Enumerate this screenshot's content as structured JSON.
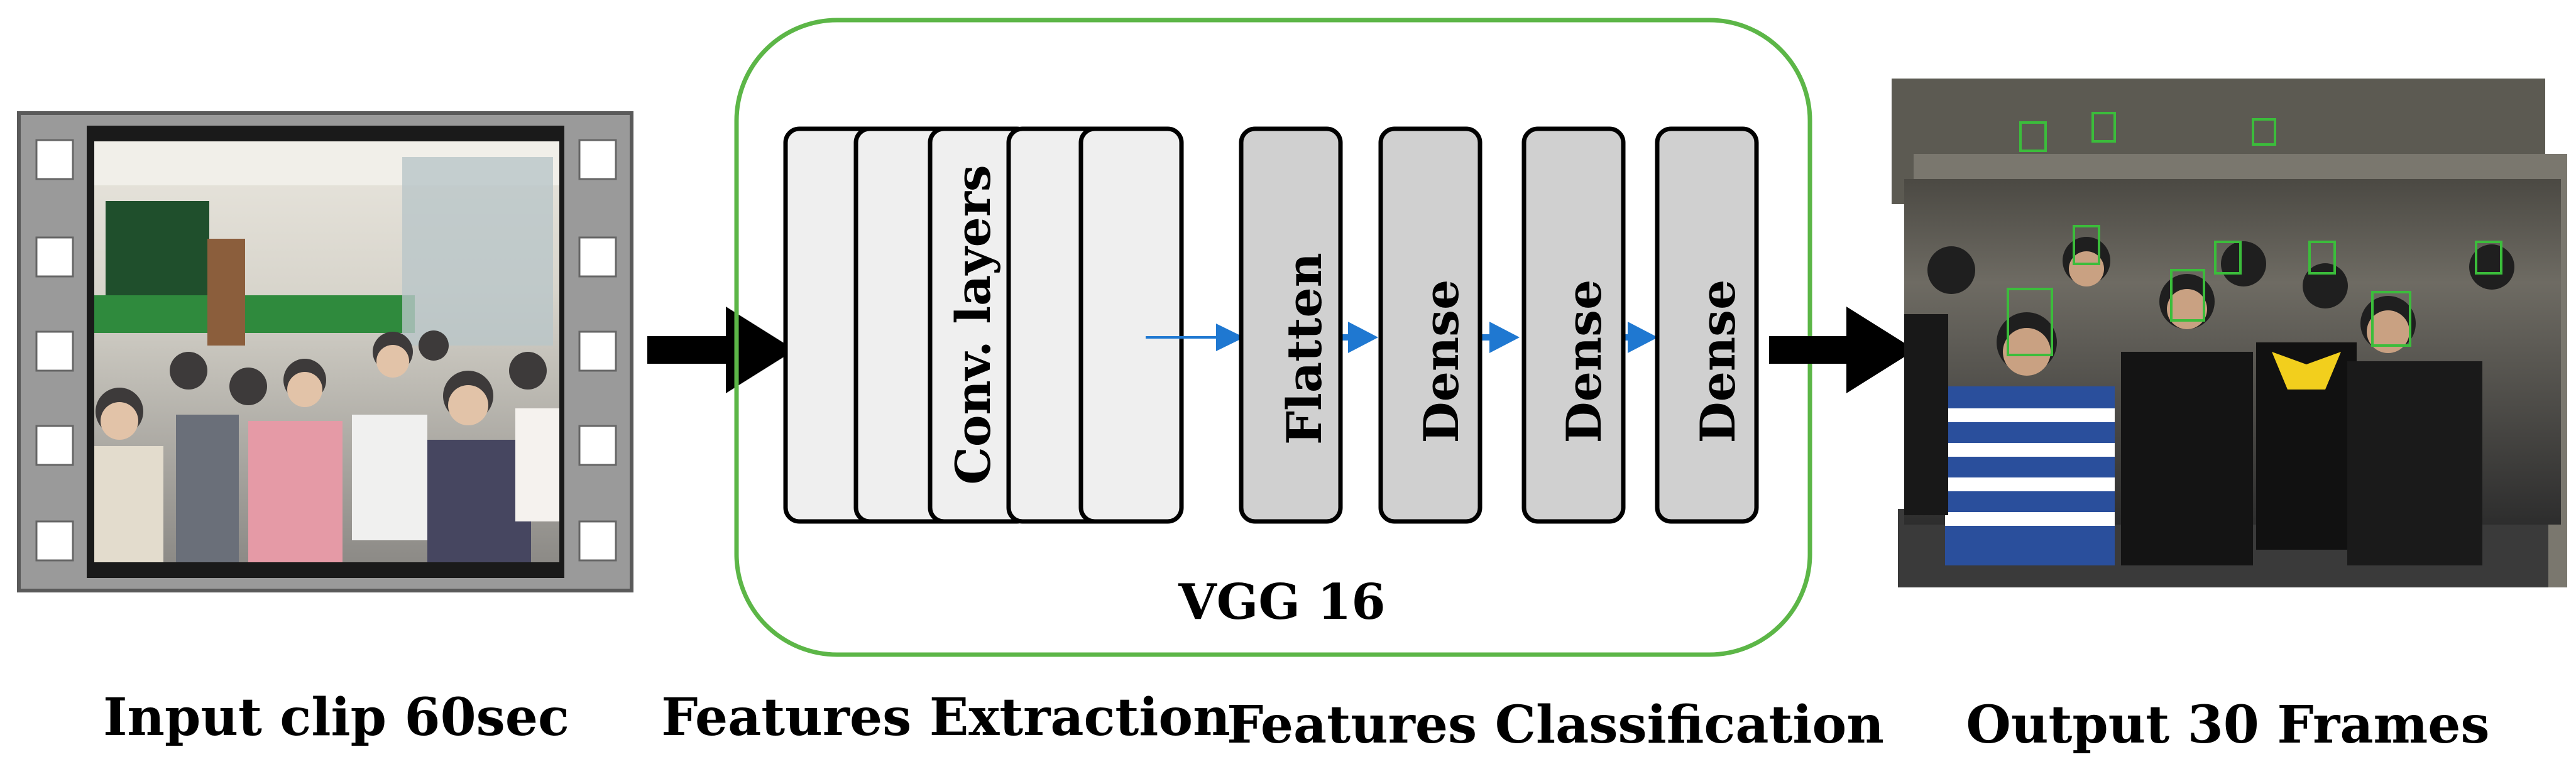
{
  "captions": {
    "input": "Input clip 60sec",
    "extraction": "Features Extraction",
    "classification": "Features Classification",
    "output": "Output 30 Frames"
  },
  "model": {
    "name": "VGG 16",
    "conv_label": "Conv. layers",
    "layers": [
      "Flatten",
      "Dense",
      "Dense",
      "Dense"
    ]
  },
  "colors": {
    "vgg_border": "#5cb647",
    "conv_fill": "#efefef",
    "layer_fill": "#d0d0d0",
    "small_arrow": "#1f78d1",
    "big_arrow": "#000000",
    "film_frame": "#9a9a9a",
    "film_hole": "#ffffff"
  },
  "icons": {
    "input": "film-strip-icon",
    "output": "stacked-frames-icon"
  }
}
